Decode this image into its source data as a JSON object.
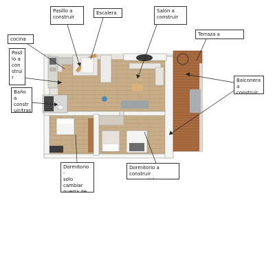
{
  "labels": {
    "pasillo": "Pasillo a\nconstruir",
    "escalera": "Escalera",
    "salon": "Salón a\nconstruir",
    "cocina": "cocina",
    "pasil": "Pasil\nlo a\ncon\nstrui\nr",
    "terraza": "Terraza a construir",
    "bano": "Baño a\nconstr\nuir/tras",
    "balconera": "Balconera a\nconstruir",
    "dormitorio_solo": "Dormitorio - \nsolo cambiar\npuerta de\nentrada",
    "dormitorio_vestidor": "Dormitorio a construir\ncon vestidor"
  },
  "colors": {
    "wood_floor": "#c9b08a",
    "terrace_deck": "#a86a3e",
    "wall": "#eeeeec",
    "leader_line": "#222222"
  }
}
